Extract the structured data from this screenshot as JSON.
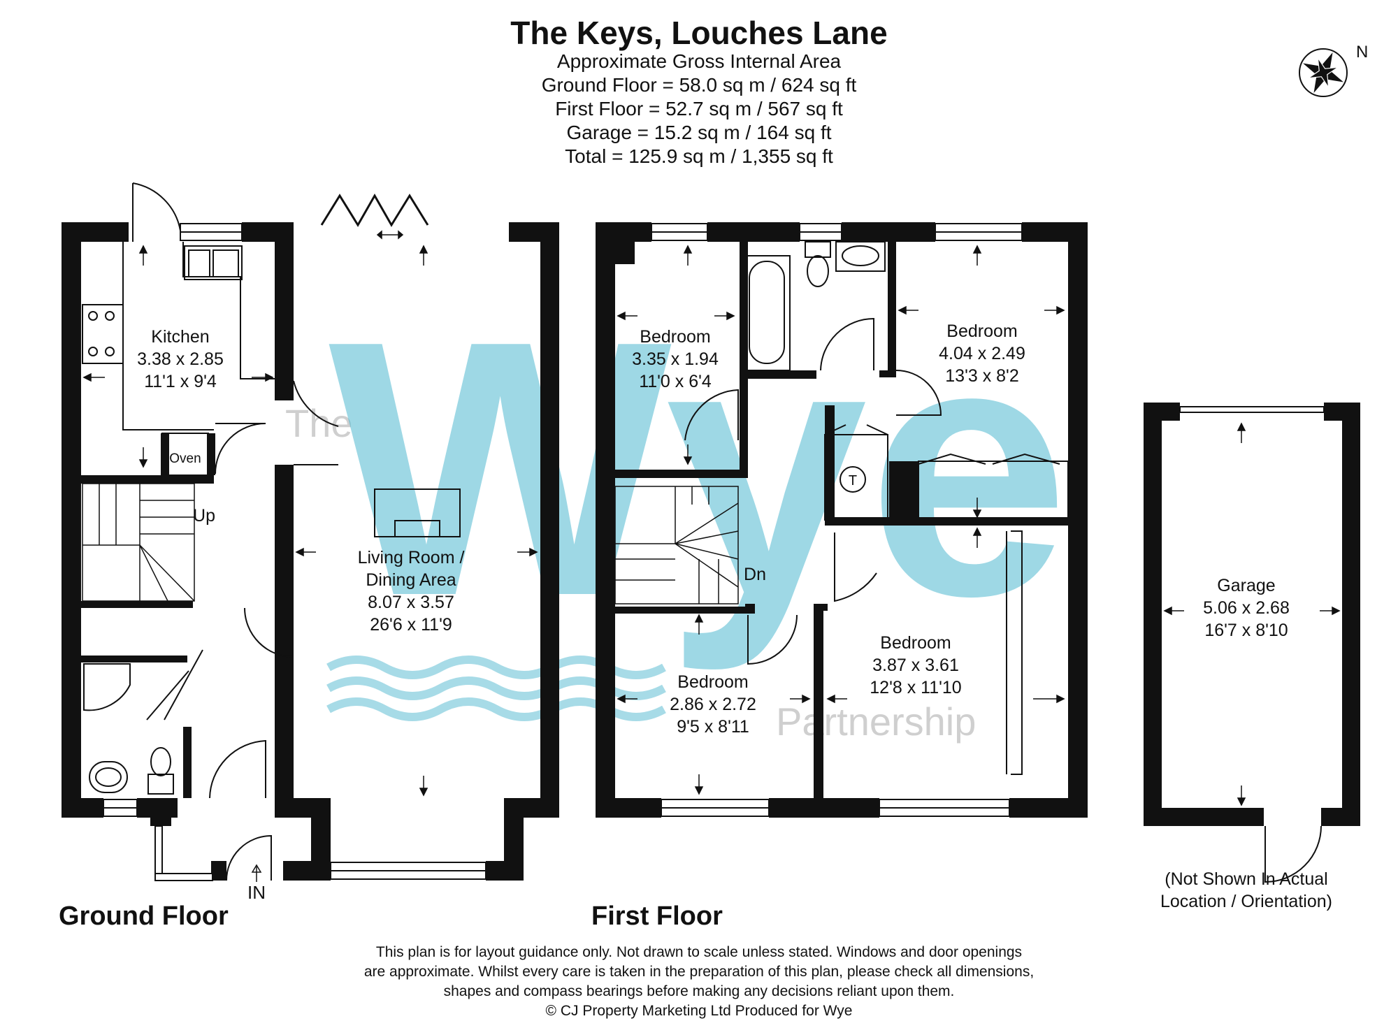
{
  "header": {
    "title": "The Keys, Louches Lane",
    "area_lines": [
      "Approximate Gross Internal Area",
      "Ground Floor = 58.0 sq m / 624 sq ft",
      "First Floor = 52.7 sq m / 567 sq ft",
      "Garage = 15.2 sq m / 164 sq ft",
      "Total = 125.9 sq m / 1,355 sq ft"
    ]
  },
  "compass": {
    "north_label": "N"
  },
  "watermark": {
    "big": "Wye",
    "small_top": "The",
    "small_bottom": "Partnership",
    "color": "#4fb8cf"
  },
  "ground_floor": {
    "label": "Ground Floor",
    "kitchen": {
      "name": "Kitchen",
      "metric": "3.38 x 2.85",
      "imperial": "11'1 x 9'4"
    },
    "oven": "Oven",
    "stairs_up": "Up",
    "living": {
      "name_line1": "Living Room /",
      "name_line2": "Dining Area",
      "metric": "8.07 x 3.57",
      "imperial": "26'6 x 11'9"
    },
    "entrance": "IN"
  },
  "first_floor": {
    "label": "First Floor",
    "bedroom_a": {
      "name": "Bedroom",
      "metric": "3.35 x 1.94",
      "imperial": "11'0 x 6'4"
    },
    "bedroom_b": {
      "name": "Bedroom",
      "metric": "4.04 x 2.49",
      "imperial": "13'3 x 8'2"
    },
    "bedroom_c": {
      "name": "Bedroom",
      "metric": "2.86 x 2.72",
      "imperial": "9'5 x 8'11"
    },
    "bedroom_d": {
      "name": "Bedroom",
      "metric": "3.87 x 3.61",
      "imperial": "12'8 x 11'10"
    },
    "tank": "T",
    "stairs_down": "Dn"
  },
  "garage": {
    "name": "Garage",
    "metric": "5.06 x 2.68",
    "imperial": "16'7 x 8'10",
    "note_line1": "(Not Shown In Actual",
    "note_line2": "Location / Orientation)"
  },
  "disclaimer": [
    "This plan is for layout guidance only. Not drawn to scale unless stated. Windows and door openings",
    "are approximate. Whilst every care is taken in the preparation of this plan, please check all dimensions,",
    "shapes and compass bearings before making any decisions reliant upon them.",
    "© CJ Property Marketing Ltd Produced for Wye"
  ]
}
